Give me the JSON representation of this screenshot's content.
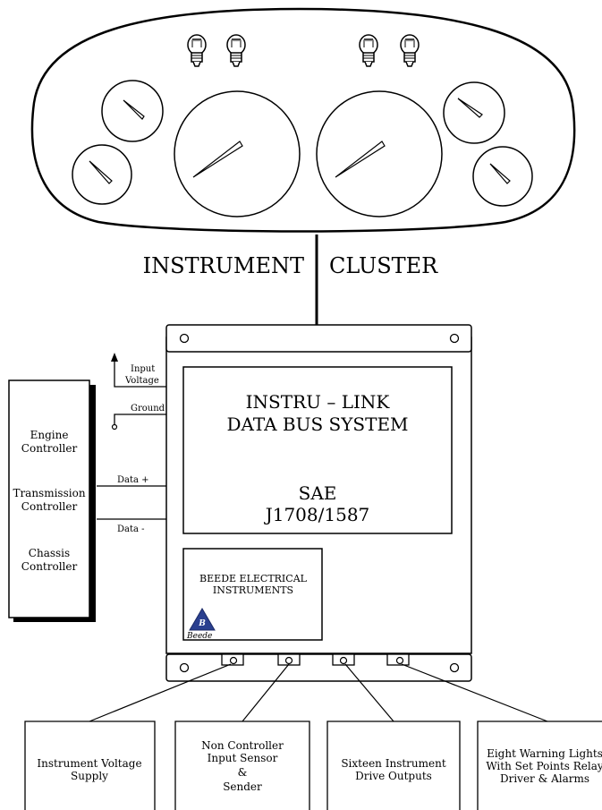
{
  "cluster": {
    "title_left": "INSTRUMENT",
    "title_right": "CLUSTER",
    "warning_lights": [
      "bulb-icon",
      "bulb-icon",
      "bulb-icon",
      "bulb-icon"
    ],
    "gauges": [
      "small-gauge",
      "small-gauge",
      "speedometer",
      "tachometer",
      "small-gauge",
      "small-gauge"
    ]
  },
  "module": {
    "display_line1": "INSTRU – LINK",
    "display_line2": "DATA BUS SYSTEM",
    "standard_line1": "SAE",
    "standard_line2": "J1708/1587",
    "brand_line1": "BEEDE ELECTRICAL",
    "brand_line2": "INSTRUMENTS",
    "logo_text": "Beede"
  },
  "wiring": {
    "input_voltage_line1": "Input",
    "input_voltage_line2": "Voltage",
    "ground": "Ground",
    "data_plus": "Data  +",
    "data_minus": "Data  -"
  },
  "controllers": {
    "engine_line1": "Engine",
    "engine_line2": "Controller",
    "transmission_line1": "Transmission",
    "transmission_line2": "Controller",
    "chassis_line1": "Chassis",
    "chassis_line2": "Controller"
  },
  "outputs": {
    "box1_line1": "Instrument Voltage",
    "box1_line2": "Supply",
    "box2_line1": "Non Controller",
    "box2_line2": "Input Sensor",
    "box2_line3": "&",
    "box2_line4": "Sender",
    "box3_line1": "Sixteen Instrument",
    "box3_line2": "Drive Outputs",
    "box4_line1": "Eight Warning Lights",
    "box4_line2": "With Set Points Relay",
    "box4_line3": "Driver & Alarms"
  }
}
